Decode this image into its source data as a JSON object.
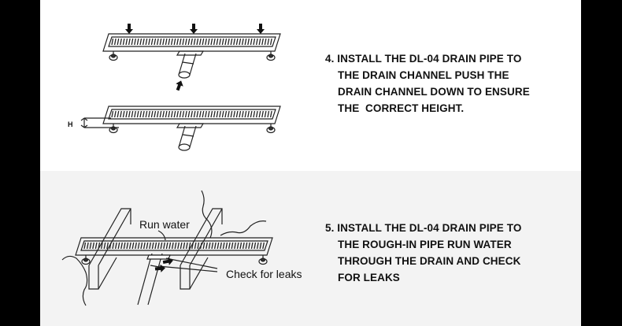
{
  "step4": {
    "lines": [
      "4. INSTALL THE DL-04 DRAIN PIPE TO",
      "THE DRAIN CHANNEL PUSH THE",
      "DRAIN CHANNEL DOWN TO ENSURE",
      "THE  CORRECT HEIGHT."
    ],
    "height_label": "H"
  },
  "step5": {
    "lines": [
      "5. INSTALL THE DL-04 DRAIN PIPE TO",
      "THE ROUGH-IN PIPE RUN WATER",
      "THROUGH THE DRAIN AND CHECK",
      "FOR LEAKS"
    ],
    "run_water_label": "Run water",
    "check_leaks_label": "Check for leaks"
  }
}
